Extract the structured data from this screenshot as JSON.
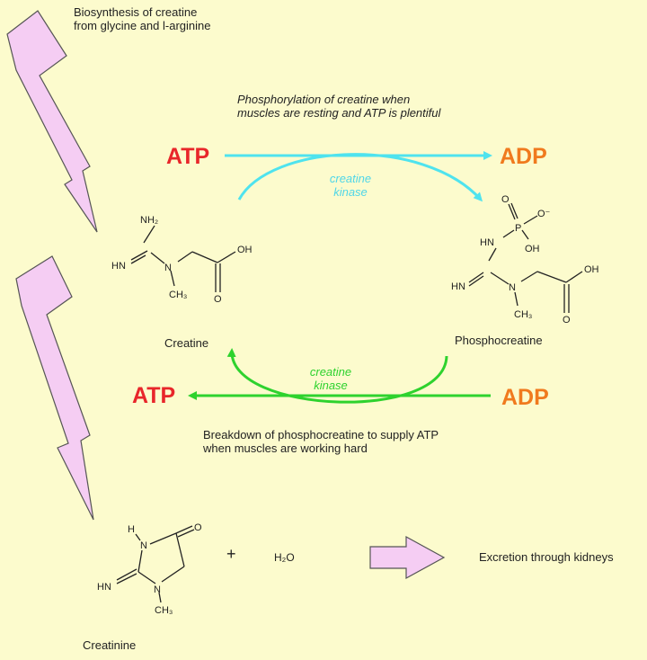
{
  "biosynthesis": {
    "line1": "Biosynthesis  of  creatine",
    "line2": "from glycine and l-arginine"
  },
  "phosphorylation": {
    "line1": "Phosphorylation  of  creatine  when",
    "line2": "muscles are resting and ATP is plentiful"
  },
  "breakdown": {
    "line1": "Breakdown of phosphocreatine to supply ATP",
    "line2": "when muscles are working hard"
  },
  "top_reaction": {
    "atp": "ATP",
    "adp": "ADP",
    "enzyme_line1": "creatine",
    "enzyme_line2": "kinase"
  },
  "bottom_reaction": {
    "atp": "ATP",
    "adp": "ADP",
    "enzyme_line1": "creatine",
    "enzyme_line2": "kinase"
  },
  "molecules": {
    "creatine": "Creatine",
    "phosphocreatine": "Phosphocreatine",
    "creatinine": "Creatinine",
    "plus": "+",
    "water": "H₂O"
  },
  "atoms": {
    "nh2": "NH₂",
    "hn": "HN",
    "n": "N",
    "ch3": "CH₃",
    "oh": "OH",
    "o": "O",
    "o_minus": "O⁻",
    "p": "P",
    "h": "H"
  },
  "excretion": "Excretion through kidneys",
  "colors": {
    "background": "#fcfbcd",
    "atp": "#e8262a",
    "adp": "#f07a1e",
    "top_arrow": "#4fe3ee",
    "bottom_arrow": "#2ed22e",
    "block_arrow_fill": "#f5cdf3",
    "block_arrow_stroke": "#555555"
  }
}
